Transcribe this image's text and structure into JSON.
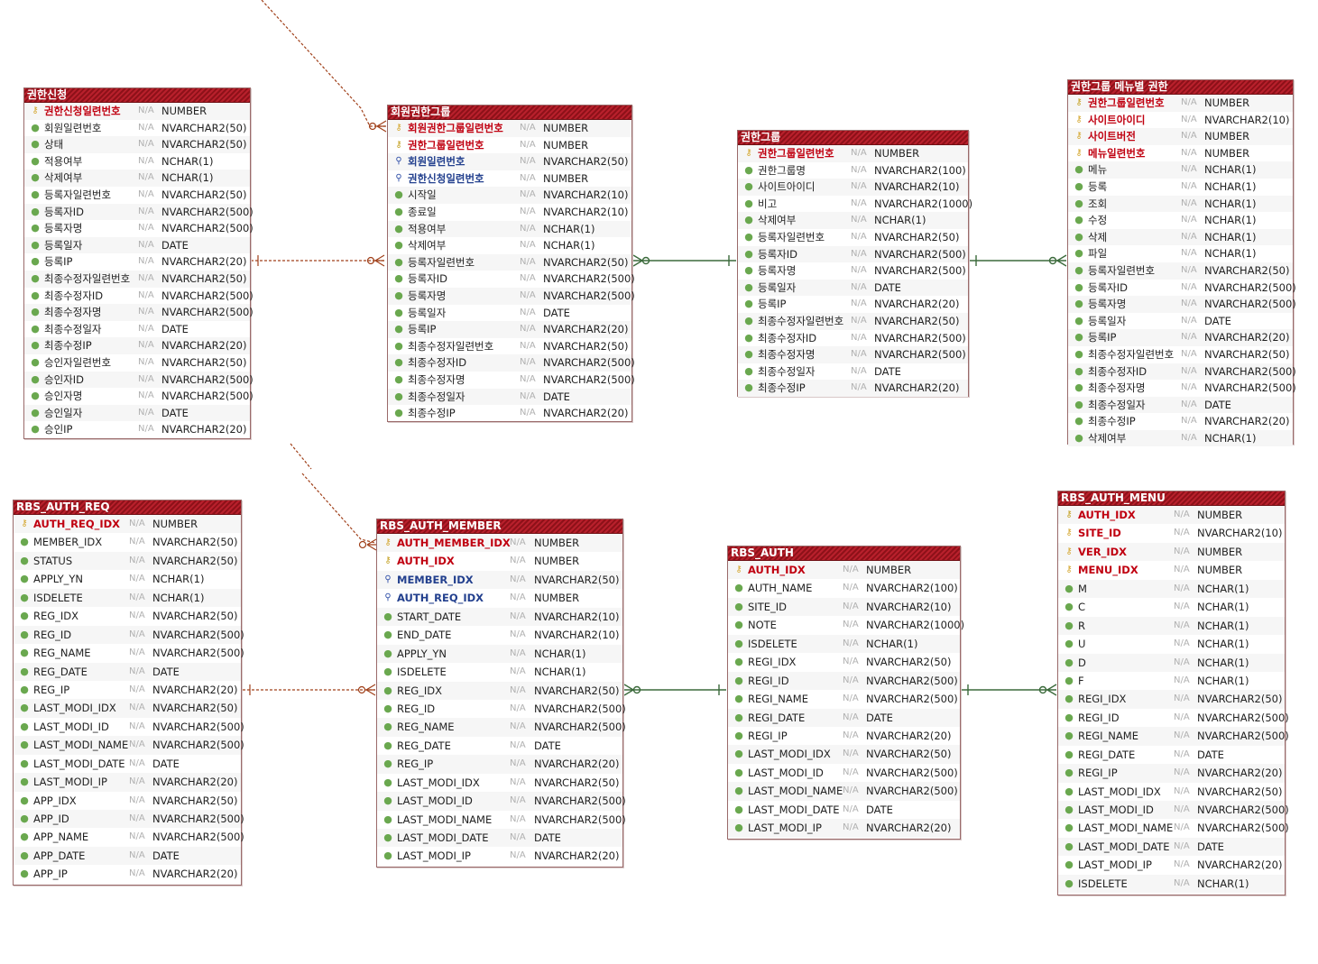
{
  "colors": {
    "header": "#a3141e",
    "pk": "#c00010",
    "fk": "#23408e",
    "column_dot": "#6aa84f",
    "relation_identifying": "#3b6a3b",
    "relation_nonidentifying": "#a0401a"
  },
  "tables": [
    {
      "title": "권한신청",
      "columns": [
        {
          "name": "권한신청일련번호",
          "nn": "N/A",
          "type": "NUMBER",
          "key": "pk"
        },
        {
          "name": "회원일련번호",
          "nn": "N/A",
          "type": "NVARCHAR2(50)",
          "key": "col"
        },
        {
          "name": "상태",
          "nn": "N/A",
          "type": "NVARCHAR2(50)",
          "key": "col"
        },
        {
          "name": "적용여부",
          "nn": "N/A",
          "type": "NCHAR(1)",
          "key": "col"
        },
        {
          "name": "삭제여부",
          "nn": "N/A",
          "type": "NCHAR(1)",
          "key": "col"
        },
        {
          "name": "등록자일련번호",
          "nn": "N/A",
          "type": "NVARCHAR2(50)",
          "key": "col"
        },
        {
          "name": "등록자ID",
          "nn": "N/A",
          "type": "NVARCHAR2(500)",
          "key": "col"
        },
        {
          "name": "등록자명",
          "nn": "N/A",
          "type": "NVARCHAR2(500)",
          "key": "col"
        },
        {
          "name": "등록일자",
          "nn": "N/A",
          "type": "DATE",
          "key": "col"
        },
        {
          "name": "등록IP",
          "nn": "N/A",
          "type": "NVARCHAR2(20)",
          "key": "col"
        },
        {
          "name": "최종수정자일련번호",
          "nn": "N/A",
          "type": "NVARCHAR2(50)",
          "key": "col"
        },
        {
          "name": "최종수정자ID",
          "nn": "N/A",
          "type": "NVARCHAR2(500)",
          "key": "col"
        },
        {
          "name": "최종수정자명",
          "nn": "N/A",
          "type": "NVARCHAR2(500)",
          "key": "col"
        },
        {
          "name": "최종수정일자",
          "nn": "N/A",
          "type": "DATE",
          "key": "col"
        },
        {
          "name": "최종수정IP",
          "nn": "N/A",
          "type": "NVARCHAR2(20)",
          "key": "col"
        },
        {
          "name": "승인자일련번호",
          "nn": "N/A",
          "type": "NVARCHAR2(50)",
          "key": "col"
        },
        {
          "name": "승인자ID",
          "nn": "N/A",
          "type": "NVARCHAR2(500)",
          "key": "col"
        },
        {
          "name": "승인자명",
          "nn": "N/A",
          "type": "NVARCHAR2(500)",
          "key": "col"
        },
        {
          "name": "승인일자",
          "nn": "N/A",
          "type": "DATE",
          "key": "col"
        },
        {
          "name": "승인IP",
          "nn": "N/A",
          "type": "NVARCHAR2(20)",
          "key": "col"
        }
      ]
    },
    {
      "title": "회원권한그룹",
      "columns": [
        {
          "name": "회원권한그룹일련번호",
          "nn": "N/A",
          "type": "NUMBER",
          "key": "pk"
        },
        {
          "name": "권한그룹일련번호",
          "nn": "N/A",
          "type": "NUMBER",
          "key": "pfk"
        },
        {
          "name": "회원일련번호",
          "nn": "N/A",
          "type": "NVARCHAR2(50)",
          "key": "fk"
        },
        {
          "name": "권한신청일련번호",
          "nn": "N/A",
          "type": "NUMBER",
          "key": "fk"
        },
        {
          "name": "시작일",
          "nn": "N/A",
          "type": "NVARCHAR2(10)",
          "key": "col"
        },
        {
          "name": "종료일",
          "nn": "N/A",
          "type": "NVARCHAR2(10)",
          "key": "col"
        },
        {
          "name": "적용여부",
          "nn": "N/A",
          "type": "NCHAR(1)",
          "key": "col"
        },
        {
          "name": "삭제여부",
          "nn": "N/A",
          "type": "NCHAR(1)",
          "key": "col"
        },
        {
          "name": "등록자일련번호",
          "nn": "N/A",
          "type": "NVARCHAR2(50)",
          "key": "col"
        },
        {
          "name": "등록자ID",
          "nn": "N/A",
          "type": "NVARCHAR2(500)",
          "key": "col"
        },
        {
          "name": "등록자명",
          "nn": "N/A",
          "type": "NVARCHAR2(500)",
          "key": "col"
        },
        {
          "name": "등록일자",
          "nn": "N/A",
          "type": "DATE",
          "key": "col"
        },
        {
          "name": "등록IP",
          "nn": "N/A",
          "type": "NVARCHAR2(20)",
          "key": "col"
        },
        {
          "name": "최종수정자일련번호",
          "nn": "N/A",
          "type": "NVARCHAR2(50)",
          "key": "col"
        },
        {
          "name": "최종수정자ID",
          "nn": "N/A",
          "type": "NVARCHAR2(500)",
          "key": "col"
        },
        {
          "name": "최종수정자명",
          "nn": "N/A",
          "type": "NVARCHAR2(500)",
          "key": "col"
        },
        {
          "name": "최종수정일자",
          "nn": "N/A",
          "type": "DATE",
          "key": "col"
        },
        {
          "name": "최종수정IP",
          "nn": "N/A",
          "type": "NVARCHAR2(20)",
          "key": "col"
        }
      ]
    },
    {
      "title": "권한그룹",
      "columns": [
        {
          "name": "권한그룹일련번호",
          "nn": "N/A",
          "type": "NUMBER",
          "key": "pk"
        },
        {
          "name": "권한그룹명",
          "nn": "N/A",
          "type": "NVARCHAR2(100)",
          "key": "col"
        },
        {
          "name": "사이트아이디",
          "nn": "N/A",
          "type": "NVARCHAR2(10)",
          "key": "col"
        },
        {
          "name": "비고",
          "nn": "N/A",
          "type": "NVARCHAR2(1000)",
          "key": "col"
        },
        {
          "name": "삭제여부",
          "nn": "N/A",
          "type": "NCHAR(1)",
          "key": "col"
        },
        {
          "name": "등록자일련번호",
          "nn": "N/A",
          "type": "NVARCHAR2(50)",
          "key": "col"
        },
        {
          "name": "등록자ID",
          "nn": "N/A",
          "type": "NVARCHAR2(500)",
          "key": "col"
        },
        {
          "name": "등록자명",
          "nn": "N/A",
          "type": "NVARCHAR2(500)",
          "key": "col"
        },
        {
          "name": "등록일자",
          "nn": "N/A",
          "type": "DATE",
          "key": "col"
        },
        {
          "name": "등록IP",
          "nn": "N/A",
          "type": "NVARCHAR2(20)",
          "key": "col"
        },
        {
          "name": "최종수정자일련번호",
          "nn": "N/A",
          "type": "NVARCHAR2(50)",
          "key": "col"
        },
        {
          "name": "최종수정자ID",
          "nn": "N/A",
          "type": "NVARCHAR2(500)",
          "key": "col"
        },
        {
          "name": "최종수정자명",
          "nn": "N/A",
          "type": "NVARCHAR2(500)",
          "key": "col"
        },
        {
          "name": "최종수정일자",
          "nn": "N/A",
          "type": "DATE",
          "key": "col"
        },
        {
          "name": "최종수정IP",
          "nn": "N/A",
          "type": "NVARCHAR2(20)",
          "key": "col"
        }
      ]
    },
    {
      "title": "권한그룹 메뉴별 권한",
      "columns": [
        {
          "name": "권한그룹일련번호",
          "nn": "N/A",
          "type": "NUMBER",
          "key": "pfk"
        },
        {
          "name": "사이트아이디",
          "nn": "N/A",
          "type": "NVARCHAR2(10)",
          "key": "pk"
        },
        {
          "name": "사이트버전",
          "nn": "N/A",
          "type": "NUMBER",
          "key": "pk"
        },
        {
          "name": "메뉴일련번호",
          "nn": "N/A",
          "type": "NUMBER",
          "key": "pk"
        },
        {
          "name": "메뉴",
          "nn": "N/A",
          "type": "NCHAR(1)",
          "key": "col"
        },
        {
          "name": "등록",
          "nn": "N/A",
          "type": "NCHAR(1)",
          "key": "col"
        },
        {
          "name": "조회",
          "nn": "N/A",
          "type": "NCHAR(1)",
          "key": "col"
        },
        {
          "name": "수정",
          "nn": "N/A",
          "type": "NCHAR(1)",
          "key": "col"
        },
        {
          "name": "삭제",
          "nn": "N/A",
          "type": "NCHAR(1)",
          "key": "col"
        },
        {
          "name": "파일",
          "nn": "N/A",
          "type": "NCHAR(1)",
          "key": "col"
        },
        {
          "name": "등록자일련번호",
          "nn": "N/A",
          "type": "NVARCHAR2(50)",
          "key": "col"
        },
        {
          "name": "등록자ID",
          "nn": "N/A",
          "type": "NVARCHAR2(500)",
          "key": "col"
        },
        {
          "name": "등록자명",
          "nn": "N/A",
          "type": "NVARCHAR2(500)",
          "key": "col"
        },
        {
          "name": "등록일자",
          "nn": "N/A",
          "type": "DATE",
          "key": "col"
        },
        {
          "name": "등록IP",
          "nn": "N/A",
          "type": "NVARCHAR2(20)",
          "key": "col"
        },
        {
          "name": "최종수정자일련번호",
          "nn": "N/A",
          "type": "NVARCHAR2(50)",
          "key": "col"
        },
        {
          "name": "최종수정자ID",
          "nn": "N/A",
          "type": "NVARCHAR2(500)",
          "key": "col"
        },
        {
          "name": "최종수정자명",
          "nn": "N/A",
          "type": "NVARCHAR2(500)",
          "key": "col"
        },
        {
          "name": "최종수정일자",
          "nn": "N/A",
          "type": "DATE",
          "key": "col"
        },
        {
          "name": "최종수정IP",
          "nn": "N/A",
          "type": "NVARCHAR2(20)",
          "key": "col"
        },
        {
          "name": "삭제여부",
          "nn": "N/A",
          "type": "NCHAR(1)",
          "key": "col"
        }
      ]
    },
    {
      "title": "RBS_AUTH_REQ",
      "columns": [
        {
          "name": "AUTH_REQ_IDX",
          "nn": "N/A",
          "type": "NUMBER",
          "key": "pk"
        },
        {
          "name": "MEMBER_IDX",
          "nn": "N/A",
          "type": "NVARCHAR2(50)",
          "key": "col"
        },
        {
          "name": "STATUS",
          "nn": "N/A",
          "type": "NVARCHAR2(50)",
          "key": "col"
        },
        {
          "name": "APPLY_YN",
          "nn": "N/A",
          "type": "NCHAR(1)",
          "key": "col"
        },
        {
          "name": "ISDELETE",
          "nn": "N/A",
          "type": "NCHAR(1)",
          "key": "col"
        },
        {
          "name": "REG_IDX",
          "nn": "N/A",
          "type": "NVARCHAR2(50)",
          "key": "col"
        },
        {
          "name": "REG_ID",
          "nn": "N/A",
          "type": "NVARCHAR2(500)",
          "key": "col"
        },
        {
          "name": "REG_NAME",
          "nn": "N/A",
          "type": "NVARCHAR2(500)",
          "key": "col"
        },
        {
          "name": "REG_DATE",
          "nn": "N/A",
          "type": "DATE",
          "key": "col"
        },
        {
          "name": "REG_IP",
          "nn": "N/A",
          "type": "NVARCHAR2(20)",
          "key": "col"
        },
        {
          "name": "LAST_MODI_IDX",
          "nn": "N/A",
          "type": "NVARCHAR2(50)",
          "key": "col"
        },
        {
          "name": "LAST_MODI_ID",
          "nn": "N/A",
          "type": "NVARCHAR2(500)",
          "key": "col"
        },
        {
          "name": "LAST_MODI_NAME",
          "nn": "N/A",
          "type": "NVARCHAR2(500)",
          "key": "col"
        },
        {
          "name": "LAST_MODI_DATE",
          "nn": "N/A",
          "type": "DATE",
          "key": "col"
        },
        {
          "name": "LAST_MODI_IP",
          "nn": "N/A",
          "type": "NVARCHAR2(20)",
          "key": "col"
        },
        {
          "name": "APP_IDX",
          "nn": "N/A",
          "type": "NVARCHAR2(50)",
          "key": "col"
        },
        {
          "name": "APP_ID",
          "nn": "N/A",
          "type": "NVARCHAR2(500)",
          "key": "col"
        },
        {
          "name": "APP_NAME",
          "nn": "N/A",
          "type": "NVARCHAR2(500)",
          "key": "col"
        },
        {
          "name": "APP_DATE",
          "nn": "N/A",
          "type": "DATE",
          "key": "col"
        },
        {
          "name": "APP_IP",
          "nn": "N/A",
          "type": "NVARCHAR2(20)",
          "key": "col"
        }
      ]
    },
    {
      "title": "RBS_AUTH_MEMBER",
      "columns": [
        {
          "name": "AUTH_MEMBER_IDX",
          "nn": "N/A",
          "type": "NUMBER",
          "key": "pk"
        },
        {
          "name": "AUTH_IDX",
          "nn": "N/A",
          "type": "NUMBER",
          "key": "pfk"
        },
        {
          "name": "MEMBER_IDX",
          "nn": "N/A",
          "type": "NVARCHAR2(50)",
          "key": "fk"
        },
        {
          "name": "AUTH_REQ_IDX",
          "nn": "N/A",
          "type": "NUMBER",
          "key": "fk"
        },
        {
          "name": "START_DATE",
          "nn": "N/A",
          "type": "NVARCHAR2(10)",
          "key": "col"
        },
        {
          "name": "END_DATE",
          "nn": "N/A",
          "type": "NVARCHAR2(10)",
          "key": "col"
        },
        {
          "name": "APPLY_YN",
          "nn": "N/A",
          "type": "NCHAR(1)",
          "key": "col"
        },
        {
          "name": "ISDELETE",
          "nn": "N/A",
          "type": "NCHAR(1)",
          "key": "col"
        },
        {
          "name": "REG_IDX",
          "nn": "N/A",
          "type": "NVARCHAR2(50)",
          "key": "col"
        },
        {
          "name": "REG_ID",
          "nn": "N/A",
          "type": "NVARCHAR2(500)",
          "key": "col"
        },
        {
          "name": "REG_NAME",
          "nn": "N/A",
          "type": "NVARCHAR2(500)",
          "key": "col"
        },
        {
          "name": "REG_DATE",
          "nn": "N/A",
          "type": "DATE",
          "key": "col"
        },
        {
          "name": "REG_IP",
          "nn": "N/A",
          "type": "NVARCHAR2(20)",
          "key": "col"
        },
        {
          "name": "LAST_MODI_IDX",
          "nn": "N/A",
          "type": "NVARCHAR2(50)",
          "key": "col"
        },
        {
          "name": "LAST_MODI_ID",
          "nn": "N/A",
          "type": "NVARCHAR2(500)",
          "key": "col"
        },
        {
          "name": "LAST_MODI_NAME",
          "nn": "N/A",
          "type": "NVARCHAR2(500)",
          "key": "col"
        },
        {
          "name": "LAST_MODI_DATE",
          "nn": "N/A",
          "type": "DATE",
          "key": "col"
        },
        {
          "name": "LAST_MODI_IP",
          "nn": "N/A",
          "type": "NVARCHAR2(20)",
          "key": "col"
        }
      ]
    },
    {
      "title": "RBS_AUTH",
      "columns": [
        {
          "name": "AUTH_IDX",
          "nn": "N/A",
          "type": "NUMBER",
          "key": "pk"
        },
        {
          "name": "AUTH_NAME",
          "nn": "N/A",
          "type": "NVARCHAR2(100)",
          "key": "col"
        },
        {
          "name": "SITE_ID",
          "nn": "N/A",
          "type": "NVARCHAR2(10)",
          "key": "col"
        },
        {
          "name": "NOTE",
          "nn": "N/A",
          "type": "NVARCHAR2(1000)",
          "key": "col"
        },
        {
          "name": "ISDELETE",
          "nn": "N/A",
          "type": "NCHAR(1)",
          "key": "col"
        },
        {
          "name": "REGI_IDX",
          "nn": "N/A",
          "type": "NVARCHAR2(50)",
          "key": "col"
        },
        {
          "name": "REGI_ID",
          "nn": "N/A",
          "type": "NVARCHAR2(500)",
          "key": "col"
        },
        {
          "name": "REGI_NAME",
          "nn": "N/A",
          "type": "NVARCHAR2(500)",
          "key": "col"
        },
        {
          "name": "REGI_DATE",
          "nn": "N/A",
          "type": "DATE",
          "key": "col"
        },
        {
          "name": "REGI_IP",
          "nn": "N/A",
          "type": "NVARCHAR2(20)",
          "key": "col"
        },
        {
          "name": "LAST_MODI_IDX",
          "nn": "N/A",
          "type": "NVARCHAR2(50)",
          "key": "col"
        },
        {
          "name": "LAST_MODI_ID",
          "nn": "N/A",
          "type": "NVARCHAR2(500)",
          "key": "col"
        },
        {
          "name": "LAST_MODI_NAME",
          "nn": "N/A",
          "type": "NVARCHAR2(500)",
          "key": "col"
        },
        {
          "name": "LAST_MODI_DATE",
          "nn": "N/A",
          "type": "DATE",
          "key": "col"
        },
        {
          "name": "LAST_MODI_IP",
          "nn": "N/A",
          "type": "NVARCHAR2(20)",
          "key": "col"
        }
      ]
    },
    {
      "title": "RBS_AUTH_MENU",
      "columns": [
        {
          "name": "AUTH_IDX",
          "nn": "N/A",
          "type": "NUMBER",
          "key": "pfk"
        },
        {
          "name": "SITE_ID",
          "nn": "N/A",
          "type": "NVARCHAR2(10)",
          "key": "pk"
        },
        {
          "name": "VER_IDX",
          "nn": "N/A",
          "type": "NUMBER",
          "key": "pk"
        },
        {
          "name": "MENU_IDX",
          "nn": "N/A",
          "type": "NUMBER",
          "key": "pk"
        },
        {
          "name": "M",
          "nn": "N/A",
          "type": "NCHAR(1)",
          "key": "col"
        },
        {
          "name": "C",
          "nn": "N/A",
          "type": "NCHAR(1)",
          "key": "col"
        },
        {
          "name": "R",
          "nn": "N/A",
          "type": "NCHAR(1)",
          "key": "col"
        },
        {
          "name": "U",
          "nn": "N/A",
          "type": "NCHAR(1)",
          "key": "col"
        },
        {
          "name": "D",
          "nn": "N/A",
          "type": "NCHAR(1)",
          "key": "col"
        },
        {
          "name": "F",
          "nn": "N/A",
          "type": "NCHAR(1)",
          "key": "col"
        },
        {
          "name": "REGI_IDX",
          "nn": "N/A",
          "type": "NVARCHAR2(50)",
          "key": "col"
        },
        {
          "name": "REGI_ID",
          "nn": "N/A",
          "type": "NVARCHAR2(500)",
          "key": "col"
        },
        {
          "name": "REGI_NAME",
          "nn": "N/A",
          "type": "NVARCHAR2(500)",
          "key": "col"
        },
        {
          "name": "REGI_DATE",
          "nn": "N/A",
          "type": "DATE",
          "key": "col"
        },
        {
          "name": "REGI_IP",
          "nn": "N/A",
          "type": "NVARCHAR2(20)",
          "key": "col"
        },
        {
          "name": "LAST_MODI_IDX",
          "nn": "N/A",
          "type": "NVARCHAR2(50)",
          "key": "col"
        },
        {
          "name": "LAST_MODI_ID",
          "nn": "N/A",
          "type": "NVARCHAR2(500)",
          "key": "col"
        },
        {
          "name": "LAST_MODI_NAME",
          "nn": "N/A",
          "type": "NVARCHAR2(500)",
          "key": "col"
        },
        {
          "name": "LAST_MODI_DATE",
          "nn": "N/A",
          "type": "DATE",
          "key": "col"
        },
        {
          "name": "LAST_MODI_IP",
          "nn": "N/A",
          "type": "NVARCHAR2(20)",
          "key": "col"
        },
        {
          "name": "ISDELETE",
          "nn": "N/A",
          "type": "NCHAR(1)",
          "key": "col"
        }
      ]
    }
  ]
}
